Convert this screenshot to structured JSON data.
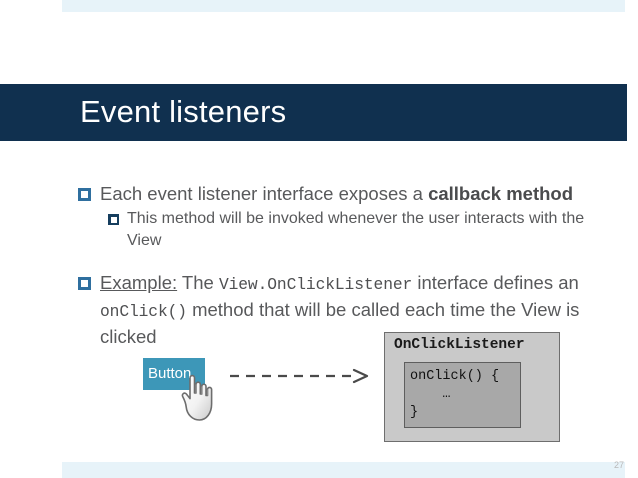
{
  "slide": {
    "title": "Event listeners",
    "page_number": "27",
    "accent_navy": "#10304f",
    "accent_rule": "#e7f3f9",
    "body_text_color": "#58595b"
  },
  "bullets": [
    {
      "level": 1,
      "icon": "square-bullet-icon",
      "parts": [
        {
          "style": "normal",
          "text": "Each event listener interface exposes a "
        },
        {
          "style": "bold",
          "text": "callback method"
        }
      ]
    },
    {
      "level": 2,
      "icon": "square-bullet-icon",
      "parts": [
        {
          "style": "normal",
          "text": "This method will be invoked whenever the user interacts with the View"
        }
      ]
    },
    {
      "level": 1,
      "icon": "square-bullet-icon",
      "parts": [
        {
          "style": "underline",
          "text": "Example:"
        },
        {
          "style": "normal",
          "text": " The "
        },
        {
          "style": "code",
          "text": "View.OnClickListener"
        },
        {
          "style": "normal",
          "text": " interface defines an "
        },
        {
          "style": "code",
          "text": "onClick()"
        },
        {
          "style": "normal",
          "text": " method that will be called each time the View is clicked"
        }
      ]
    }
  ],
  "diagram": {
    "button": {
      "label": "Button",
      "fill": "#3d97b8",
      "text_color": "#ffffff"
    },
    "cursor": {
      "icon": "pointing-hand-cursor-icon"
    },
    "arrow": {
      "icon": "dashed-arrow-right-icon",
      "style": "dashed",
      "direction": "right"
    },
    "listener_card": {
      "title": "OnClickListener",
      "outer_fill": "#c9c9c9",
      "inner_fill": "#a8a8a8",
      "code_lines": [
        "onClick() {",
        "    …",
        "}"
      ]
    }
  }
}
